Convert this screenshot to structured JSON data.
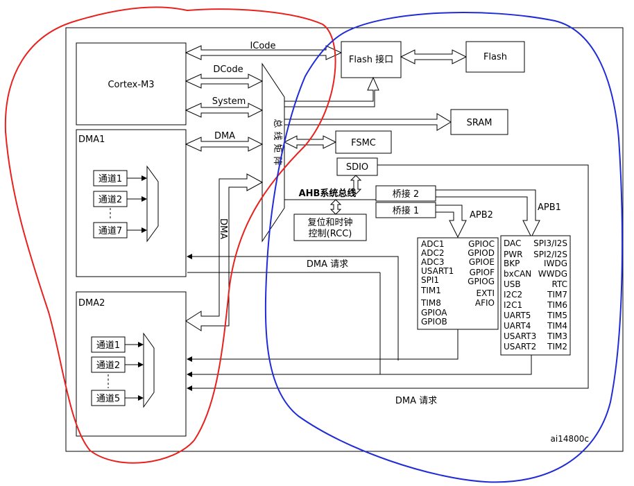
{
  "blocks": {
    "cortex": "Cortex-M3",
    "dma1": "DMA1",
    "dma2": "DMA2",
    "flash_if": "Flash 接口",
    "flash": "Flash",
    "sram": "SRAM",
    "fsmc": "FSMC",
    "sdio": "SDIO",
    "bus_matrix": "总线矩阵",
    "bridge2": "桥接 2",
    "bridge1": "桥接 1",
    "rcc_line1": "复位和时钟",
    "rcc_line2": "控制(RCC)"
  },
  "bus_labels": {
    "icode": "ICode",
    "dcode": "DCode",
    "system": "System",
    "dma": "DMA",
    "dma_vertical": "DMA",
    "ahb": "AHB系统总线",
    "apb2": "APB2",
    "apb1": "APB1",
    "dma_request_1": "DMA 请求",
    "dma_request_2": "DMA 请求"
  },
  "dma1_channels": [
    "通道1",
    "通道2",
    "通道7"
  ],
  "dma2_channels": [
    "通道1",
    "通道2",
    "通道5"
  ],
  "apb2_left": [
    "ADC1",
    "ADC2",
    "ADC3",
    "USART1",
    "SPI1",
    "TIM1",
    "TIM8",
    "GPIOA",
    "GPIOB"
  ],
  "apb2_right": [
    "GPIOC",
    "GPIOD",
    "GPIOE",
    "GPIOF",
    "GPIOG",
    "EXTI",
    "AFIO"
  ],
  "apb1_left": [
    "DAC",
    "PWR",
    "BKP",
    "bxCAN",
    "USB",
    "I2C2",
    "I2C1",
    "UART5",
    "UART4",
    "USART3",
    "USART2"
  ],
  "apb1_right": [
    "SPI3/I2S",
    "SPI2/I2S",
    "IWDG",
    "WWDG",
    "RTC",
    "TIM7",
    "TIM6",
    "TIM5",
    "TIM4",
    "TIM3",
    "TIM2"
  ],
  "figure_id": "ai14800c",
  "annotation_colors": {
    "red": "#e8211d",
    "blue": "#1f2bd6"
  }
}
